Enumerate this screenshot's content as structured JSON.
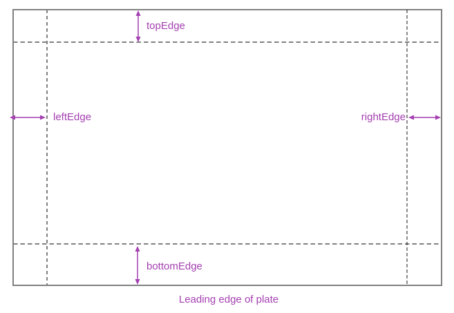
{
  "diagram": {
    "labels": {
      "top": "topEdge",
      "left": "leftEdge",
      "right": "rightEdge",
      "bottom": "bottomEdge"
    },
    "caption": "Leading edge of plate",
    "colors": {
      "annotation": "#a33fb0",
      "plate_border": "#808080",
      "dash_gray": "#808080",
      "dash_black": "#1a1a1a"
    }
  }
}
